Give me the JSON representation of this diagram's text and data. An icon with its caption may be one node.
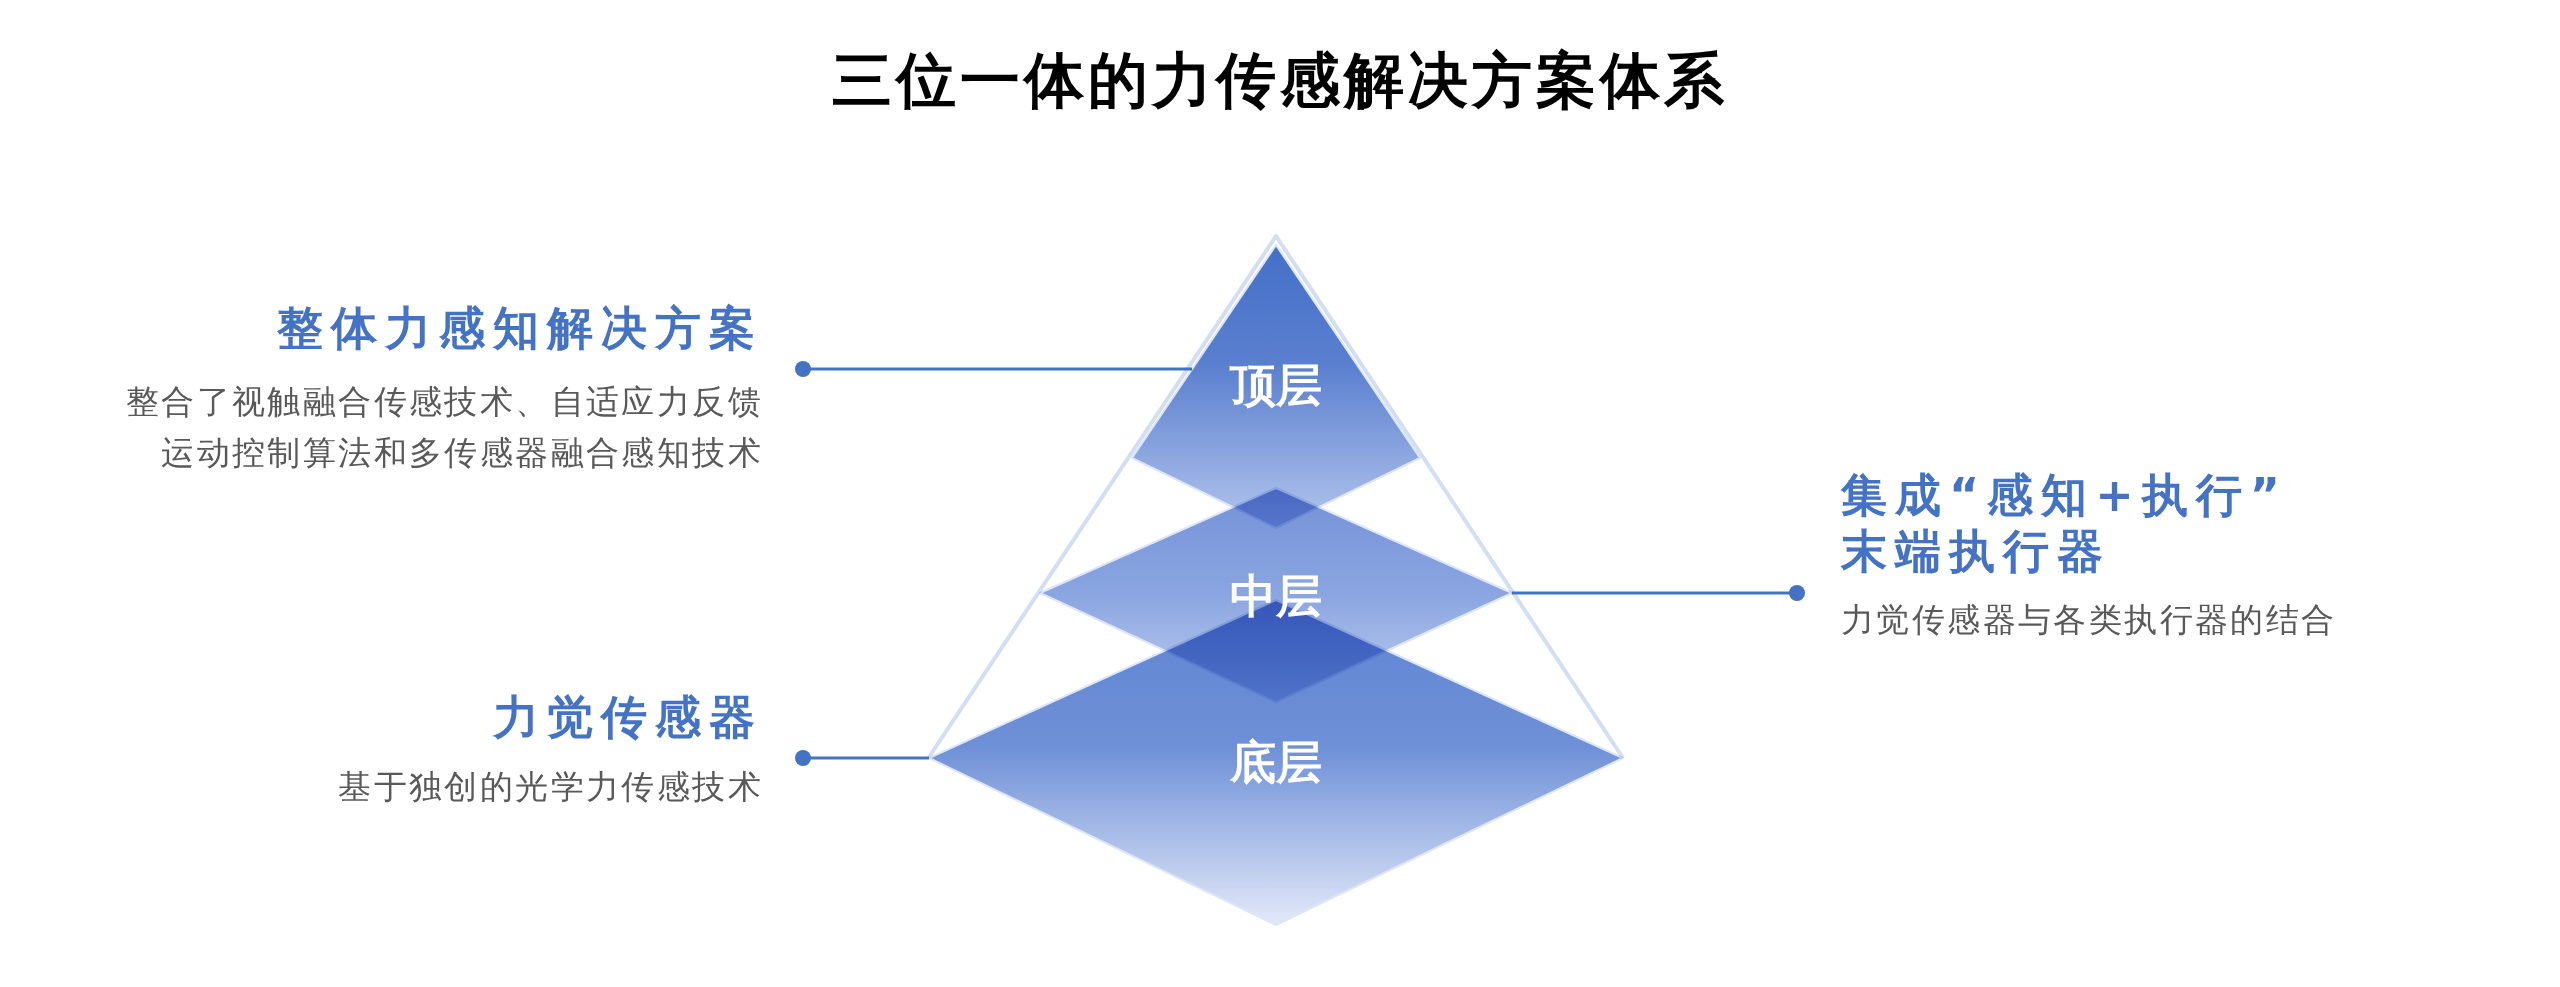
{
  "diagram": {
    "title": "三位一体的力传感解决方案体系",
    "nodes": [
      {
        "text": [
          "顶层"
        ]
      },
      {
        "text": [
          "中层"
        ]
      },
      {
        "text": [
          "底层"
        ]
      },
      {
        "text": [
          "整体力感知解决方案",
          "整合了视触融合传感技术、自适应力反馈运动控制算法和多传感器融合感知技术"
        ]
      },
      {
        "text": [
          "集成“感知+执行”末端执行器",
          "力觉传感器与各类执行器的结合"
        ]
      },
      {
        "text": [
          "力觉传感器",
          "基于独创的光学力传感技术"
        ]
      }
    ],
    "edges": [
      {
        "from": 3,
        "to": 0,
        "arrow": "other"
      },
      {
        "from": 4,
        "to": 1,
        "arrow": "other"
      },
      {
        "from": 5,
        "to": 2,
        "arrow": "other"
      }
    ]
  }
}
